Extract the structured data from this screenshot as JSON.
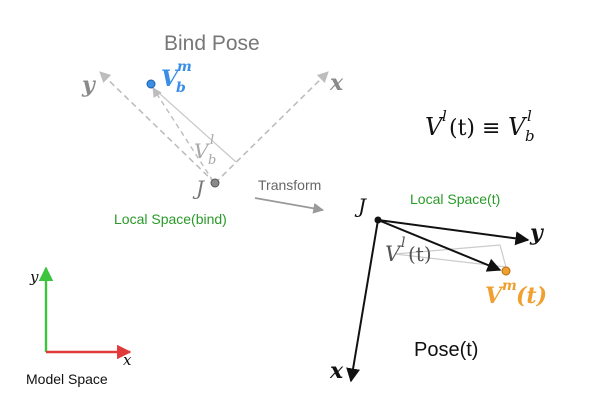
{
  "bind_pose": {
    "title": "Bind Pose",
    "axis_x": "x",
    "axis_y": "y",
    "vertex_label_base": "V",
    "vertex_label_sub": "b",
    "vertex_label_sup": "m",
    "local_vec_base": "V",
    "local_vec_sub": "b",
    "local_vec_sup": "l",
    "joint_label": "J",
    "space_label": "Local Space(bind)"
  },
  "transform_label": "Transform",
  "equation": {
    "lhs_base": "V",
    "lhs_sup": "l",
    "lhs_arg": "(t)",
    "equiv": "≡",
    "rhs_base": "V",
    "rhs_sub": "b",
    "rhs_sup": "l"
  },
  "pose_t": {
    "title": "Pose(t)",
    "space_label": "Local Space(t)",
    "axis_x": "x",
    "axis_y": "y",
    "joint_label": "J",
    "local_vec_base": "V",
    "local_vec_sup": "l",
    "local_vec_arg": "(t)",
    "vertex_label_base": "V",
    "vertex_label_sup": "m",
    "vertex_label_arg": "(t)"
  },
  "model_space": {
    "label": "Model Space",
    "axis_x": "x",
    "axis_y": "y"
  },
  "colors": {
    "bind_vertex": "#3a8ee6",
    "pose_vertex": "#f0a030",
    "green_text": "#2a9a2a",
    "axis_green": "#3cc43c",
    "axis_red": "#e03a3a",
    "gray_axis": "#bdbdbd",
    "gray_text": "#8a8a8a"
  }
}
